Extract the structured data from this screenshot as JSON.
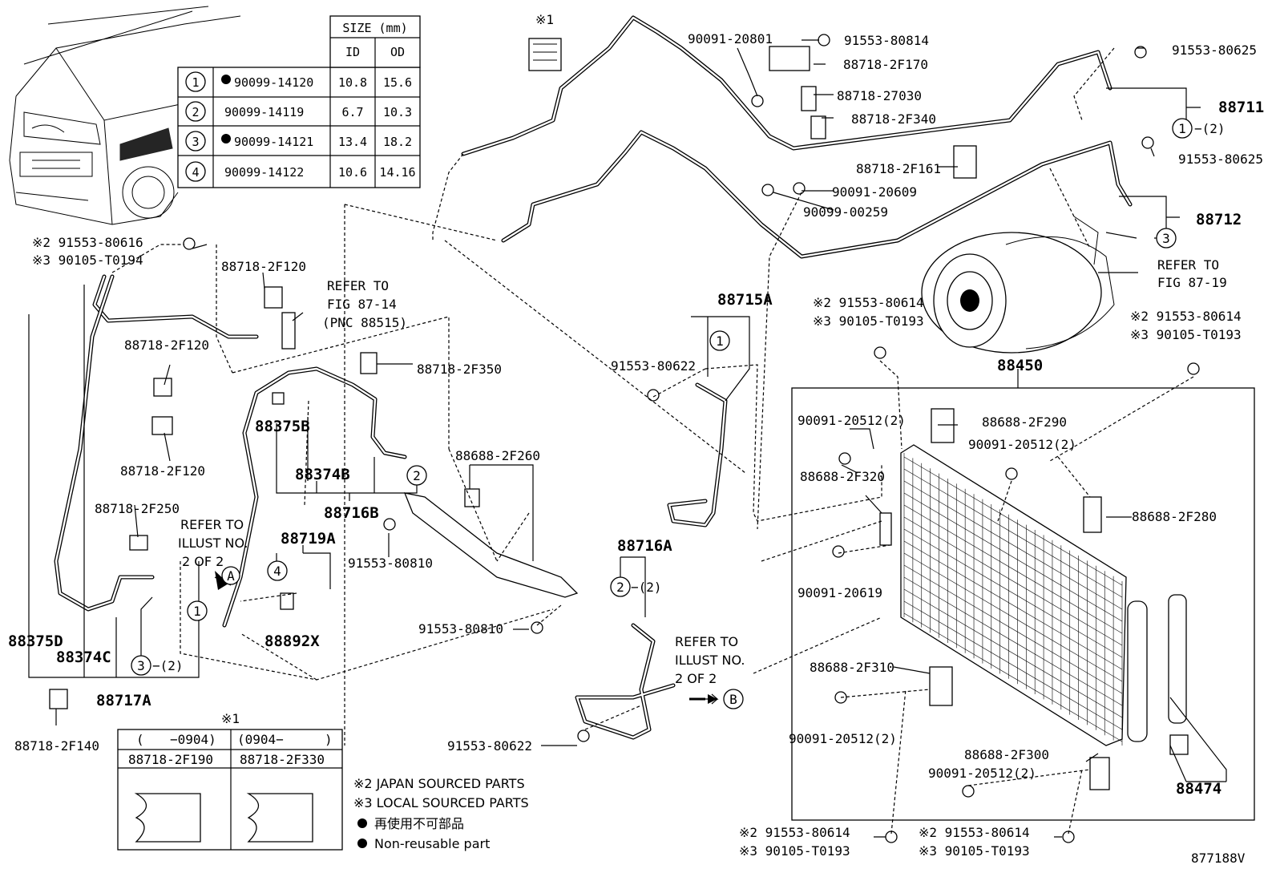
{
  "size_table": {
    "title": "SIZE (mm)",
    "col_id": "ID",
    "col_od": "OD",
    "rows": [
      {
        "no": "1",
        "part": "90099-14120",
        "bullet": true,
        "id": "10.8",
        "od": "15.6"
      },
      {
        "no": "2",
        "part": "90099-14119",
        "bullet": false,
        "id": "6.7",
        "od": "10.3"
      },
      {
        "no": "3",
        "part": "90099-14121",
        "bullet": true,
        "id": "13.4",
        "od": "18.2"
      },
      {
        "no": "4",
        "part": "90099-14122",
        "bullet": false,
        "id": "10.6",
        "od": "14.16"
      }
    ]
  },
  "labels": {
    "mark1": "※1",
    "p90091_20801": "90091-20801",
    "p91553_80814": "91553-80814",
    "p91553_80625a": "91553-80625",
    "p88718_2F170": "88718-2F170",
    "p88718_27030": "88718-27030",
    "p88718_2F340": "88718-2F340",
    "p88711": "88711",
    "c1_2": "−(2)",
    "p91553_80625b": "91553-80625",
    "p88718_2F161": "88718-2F161",
    "p90091_20609": "90091-20609",
    "p90099_00259": "90099-00259",
    "p88712": "88712",
    "refer87_19_a": "REFER TO",
    "refer87_19_b": "FIG 87-19",
    "j2_a": "※2 91553-80616",
    "j3_a": "※3 90105-T0194",
    "p88718_2F120a": "88718-2F120",
    "refer87_14_a": "REFER TO",
    "refer87_14_b": "FIG 87-14",
    "refer87_14_c": "(PNC 88515)",
    "p88718_2F120b": "88718-2F120",
    "p88718_2F350": "88718-2F350",
    "p88715A": "88715A",
    "j2_b": "※2 91553-80614",
    "j3_b": "※3 90105-T0193",
    "j2_c": "※2 91553-80614",
    "j3_c": "※3 90105-T0193",
    "p88450": "88450",
    "p91553_80622a": "91553-80622",
    "p88375B": "88375B",
    "p88374B": "88374B",
    "p88716B": "88716B",
    "p88718_2F120c": "88718-2F120",
    "p88688_2F260": "88688-2F260",
    "p90091_20512a": "90091-20512(2)",
    "p88688_2F290": "88688-2F290",
    "p90091_20512b": "90091-20512(2)",
    "p88688_2F320": "88688-2F320",
    "p88688_2F280": "88688-2F280",
    "p88718_2F250": "88718-2F250",
    "referA_a": "REFER TO",
    "referA_b": "ILLUST NO.",
    "referA_c": "2 OF 2",
    "p88719A": "88719A",
    "p91553_80810a": "91553-80810",
    "p90091_20619": "90091-20619",
    "p88716A": "88716A",
    "c2_2": "−(2)",
    "p88892X": "88892X",
    "p91553_80810b": "91553-80810",
    "p88375D": "88375D",
    "p88374C": "88374C",
    "c3_2": "−(2)",
    "p88717A": "88717A",
    "referB_a": "REFER TO",
    "referB_b": "ILLUST NO.",
    "referB_c": "2 OF 2",
    "p88688_2F310": "88688-2F310",
    "p90091_20512c": "90091-20512(2)",
    "p88718_2F140": "88718-2F140",
    "p91553_80622b": "91553-80622",
    "p88688_2F300": "88688-2F300",
    "p90091_20512d": "90091-20512(2)",
    "p88474": "88474",
    "j2_d": "※2 91553-80614",
    "j3_d": "※3 90105-T0193",
    "j2_e": "※2 91553-80614",
    "j3_e": "※3 90105-T0193",
    "fig_id": "877188V",
    "circle_A": "A",
    "circle_B": "B",
    "circle_1": "1",
    "circle_2": "2",
    "circle_3": "3",
    "circle_4": "4"
  },
  "inset": {
    "title": "※1",
    "col1_head_open": "(",
    "col1_head": "−0904)",
    "col2_head": "(0904−",
    "col2_head_close": ")",
    "col1_part": "88718-2F190",
    "col2_part": "88718-2F330"
  },
  "legend": {
    "japan": "※2 JAPAN SOURCED PARTS",
    "local": "※3 LOCAL SOURCED PARTS",
    "nonreuse_jp": "再使用不可部品",
    "nonreuse_en": "Non-reusable part"
  }
}
